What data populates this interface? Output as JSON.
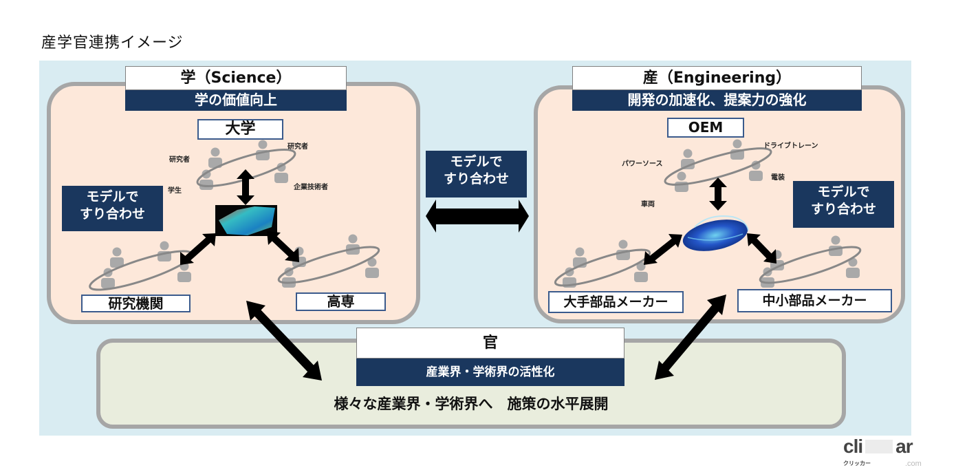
{
  "page_title": "産学官連携イメージ",
  "science": {
    "title": "学（Science）",
    "subtitle": "学の価値向上",
    "hub_label": "大学",
    "hub_members": [
      "研究者",
      "研究者",
      "学生",
      "企業技術者"
    ],
    "model_note": [
      "モデルで",
      "すり合わせ"
    ],
    "groups": [
      "研究機関",
      "高専"
    ]
  },
  "center": {
    "model_note": [
      "モデルで",
      "すり合わせ"
    ]
  },
  "engineering": {
    "title": "産（Engineering）",
    "subtitle": "開発の加速化、提案力の強化",
    "hub_label": "OEM",
    "hub_members": [
      "パワーソース",
      "ドライブトレーン",
      "電装",
      "車両"
    ],
    "model_note": [
      "モデルで",
      "すり合わせ"
    ],
    "groups": [
      "大手部品メーカー",
      "中小部品メーカー"
    ]
  },
  "government": {
    "title": "官",
    "subtitle": "産業界・学術界の活性化",
    "description": "様々な産業界・学術界へ　施策の水平展開"
  },
  "logo": {
    "text_left": "cli",
    "text_right": "ar",
    "sub": "クリッカー",
    "dotcom": ".com"
  },
  "colors": {
    "navy": "#1a375e",
    "panel_fill": "#fde8da",
    "gov_fill": "#e9eddd",
    "background": "#d9ecf2",
    "border_gray": "#a6a6a6",
    "person_gray": "#a9a9a9"
  }
}
